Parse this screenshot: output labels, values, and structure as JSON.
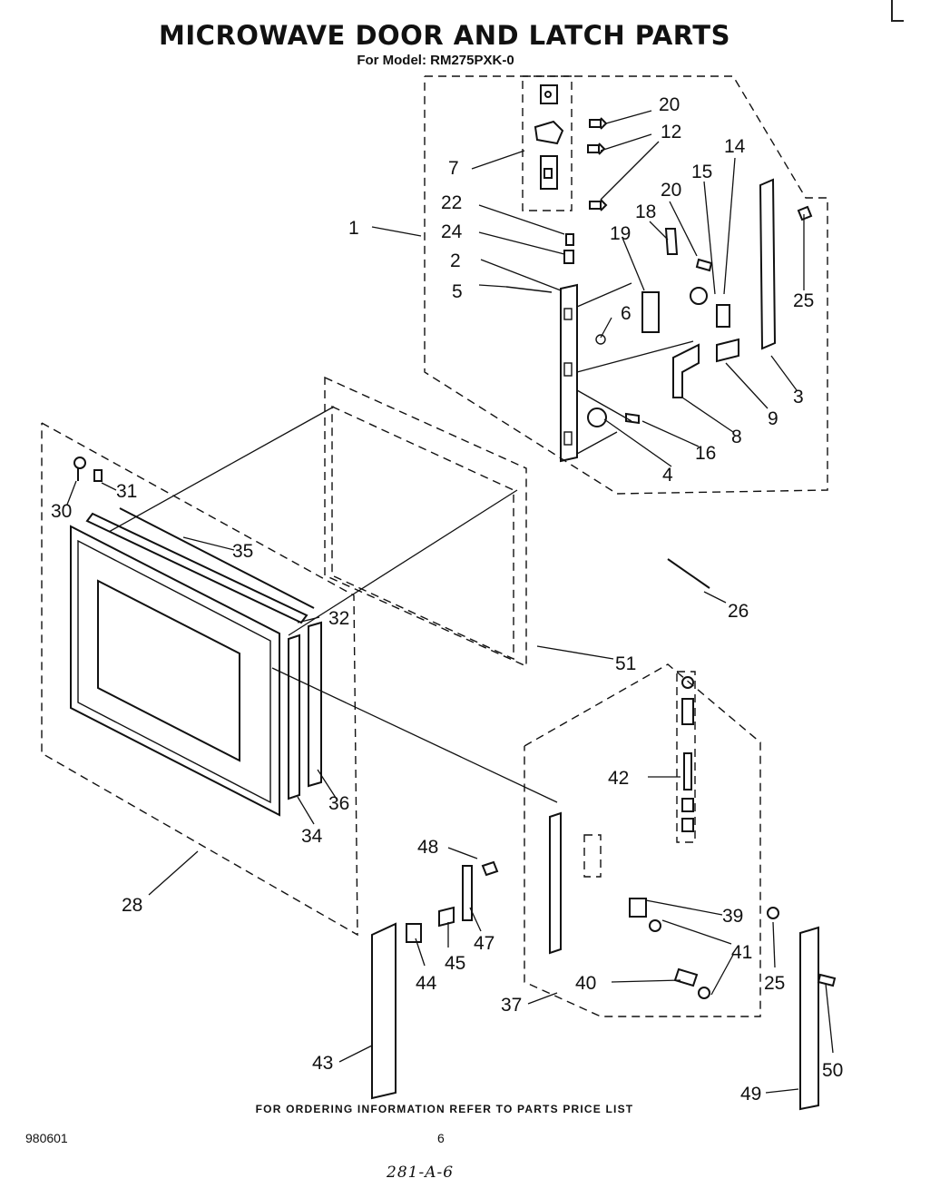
{
  "header": {
    "title": "MICROWAVE DOOR AND LATCH PARTS",
    "model_line": "For Model: RM275PXK-0"
  },
  "callouts": {
    "c1": "1",
    "c2": "2",
    "c3": "3",
    "c4": "4",
    "c5": "5",
    "c6": "6",
    "c7": "7",
    "c8": "8",
    "c9": "9",
    "c12": "12",
    "c14": "14",
    "c15": "15",
    "c16": "16",
    "c18": "18",
    "c19": "19",
    "c20a": "20",
    "c20b": "20",
    "c22": "22",
    "c24": "24",
    "c25a": "25",
    "c25b": "25",
    "c26": "26",
    "c28": "28",
    "c30": "30",
    "c31": "31",
    "c32": "32",
    "c34": "34",
    "c35": "35",
    "c36": "36",
    "c37": "37",
    "c39": "39",
    "c40": "40",
    "c41": "41",
    "c42": "42",
    "c43": "43",
    "c44": "44",
    "c45": "45",
    "c47": "47",
    "c48": "48",
    "c49": "49",
    "c50": "50",
    "c51": "51"
  },
  "footer": {
    "ordering_note": "FOR ORDERING INFORMATION REFER TO PARTS PRICE LIST",
    "doc_code": "980601",
    "page_number": "6",
    "handwritten": "281-A-6"
  }
}
